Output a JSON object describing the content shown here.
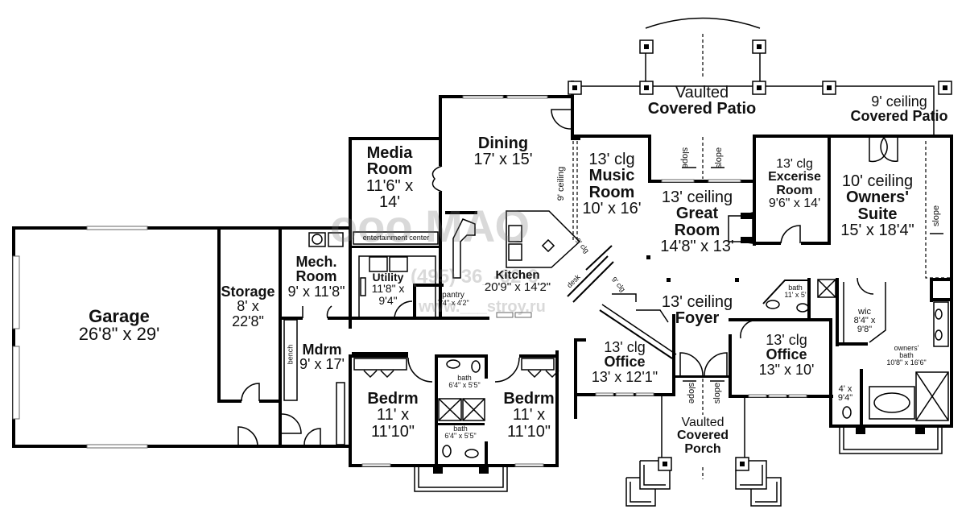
{
  "plan": {
    "rooms": [
      {
        "id": "garage",
        "name": "Garage",
        "dims": "26'8\" x 29'"
      },
      {
        "id": "storage",
        "name": "Storage",
        "dims_line1": "8' x",
        "dims_line2": "22'8\""
      },
      {
        "id": "mech-room",
        "name_line1": "Mech.",
        "name_line2": "Room",
        "dims": "9' x 11'8\""
      },
      {
        "id": "mdrm",
        "name": "Mdrm",
        "dims": "9' x 17'",
        "note": "bench"
      },
      {
        "id": "media-room",
        "name_line1": "Media",
        "name_line2": "Room",
        "dims_line1": "11'6\" x",
        "dims_line2": "14'",
        "note": "entertainment center"
      },
      {
        "id": "utility",
        "name": "Utility",
        "dims_line1": "11'8\" x",
        "dims_line2": "9'4\""
      },
      {
        "id": "pantry",
        "name": "pantry",
        "dims": "7'4\" x 4'2\""
      },
      {
        "id": "kitchen",
        "name": "Kitchen",
        "dims": "20'9\" x 14'2\"",
        "note_desk": "desk",
        "note_clg": "9' clg"
      },
      {
        "id": "dining",
        "name": "Dining",
        "dims": "17' x 15'",
        "note": "9' ceiling"
      },
      {
        "id": "music-room",
        "ceiling": "13' clg",
        "name_line1": "Music",
        "name_line2": "Room",
        "dims": "10' x 16'"
      },
      {
        "id": "great-room",
        "ceiling": "13' ceiling",
        "name_line1": "Great",
        "name_line2": "Room",
        "dims": "14'8\" x 13'"
      },
      {
        "id": "exercise-room",
        "ceiling": "13' clg",
        "name_line1": "Excerise",
        "name_line2": "Room",
        "dims": "9'6\" x 14'"
      },
      {
        "id": "owners-suite",
        "ceiling": "10' ceiling",
        "name_line1": "Owners'",
        "name_line2": "Suite",
        "dims": "15' x 18'4\"",
        "note": "slope"
      },
      {
        "id": "foyer",
        "ceiling": "13' ceiling",
        "name": "Foyer"
      },
      {
        "id": "office-left",
        "ceiling": "13' clg",
        "name": "Office",
        "dims": "13' x 12'1\"",
        "note": "9' clg"
      },
      {
        "id": "office-right",
        "ceiling": "13' clg",
        "name": "Office",
        "dims": "13\" x 10'"
      },
      {
        "id": "bath-powder",
        "name": "bath",
        "dims": "11' x 5'"
      },
      {
        "id": "wic",
        "name": "wic",
        "dims_line1": "8'4\" x",
        "dims_line2": "9'8\""
      },
      {
        "id": "owners-bath",
        "name_line1": "owners'",
        "name_line2": "bath",
        "dims": "10'8\" x 16'6\""
      },
      {
        "id": "wc",
        "dims_line1": "4' x",
        "dims_line2": "9'4\""
      },
      {
        "id": "bedrm-left",
        "name": "Bedrm",
        "dims_line1": "11' x",
        "dims_line2": "11'10\""
      },
      {
        "id": "bedrm-right",
        "name": "Bedrm",
        "dims_line1": "11' x",
        "dims_line2": "11'10\""
      },
      {
        "id": "bath-upper",
        "name": "bath",
        "dims": "6'4\" x 5'5\""
      },
      {
        "id": "bath-lower",
        "name": "bath",
        "dims": "6'4\" x 5'5\""
      }
    ],
    "outdoor": [
      {
        "id": "vaulted-patio",
        "line1": "Vaulted",
        "line2": "Covered Patio",
        "slope": "slope"
      },
      {
        "id": "patio-9ft",
        "line1": "9' ceiling",
        "line2": "Covered Patio"
      },
      {
        "id": "vaulted-porch",
        "line1": "Vaulted",
        "line2": "Covered",
        "line3": "Porch",
        "slope": "slope"
      }
    ],
    "watermark": {
      "logo": "ооо МАО",
      "phone": "(495) 36_-62-6_",
      "site": "www.___stroy.ru"
    }
  }
}
